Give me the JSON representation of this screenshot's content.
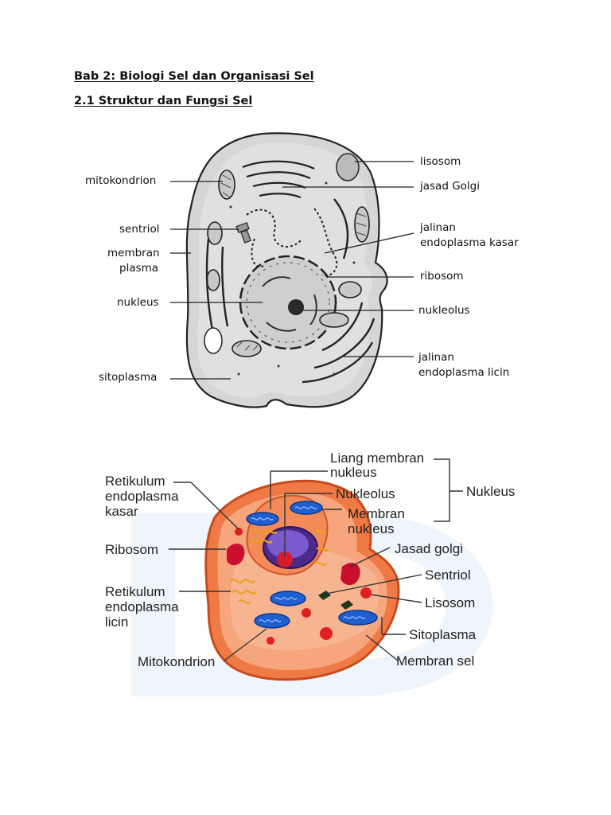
{
  "document": {
    "chapter_title": "Bab 2: Biologi Sel dan Organisasi Sel",
    "section_title": "2.1 Struktur dan Fungsi Sel"
  },
  "figure1": {
    "labels": {
      "lisosom": "lisosom",
      "mitokondrion": "mitokondrion",
      "jasad_golgi": "jasad Golgi",
      "sentriol": "sentriol",
      "jalinan_kasar_1": "jalinan",
      "jalinan_kasar_2": "endoplasma kasar",
      "membran_plasma_1": "membran",
      "membran_plasma_2": "plasma",
      "ribosom": "ribosom",
      "nukleus": "nukleus",
      "nukleolus": "nukleolus",
      "jalinan_licin_1": "jalinan",
      "jalinan_licin_2": "endoplasma licin",
      "sitoplasma": "sitoplasma"
    }
  },
  "figure2": {
    "labels": {
      "liang_membran_1": "Liang membran",
      "liang_membran_2": "nukleus",
      "retikulum_kasar_1": "Retikulum",
      "retikulum_kasar_2": "endoplasma",
      "retikulum_kasar_3": "kasar",
      "nukleolus": "Nukleolus",
      "nukleus": "Nukleus",
      "membran_nukleus_1": "Membran",
      "membran_nukleus_2": "nukleus",
      "ribosom": "Ribosom",
      "jasad_golgi": "Jasad golgi",
      "sentriol": "Sentriol",
      "retikulum_licin_1": "Retikulum",
      "retikulum_licin_2": "endoplasma",
      "retikulum_licin_3": "licin",
      "lisosom": "Lisosom",
      "sitoplasma": "Sitoplasma",
      "mitokondrion": "Mitokondrion",
      "membran_sel": "Membran sel"
    }
  }
}
